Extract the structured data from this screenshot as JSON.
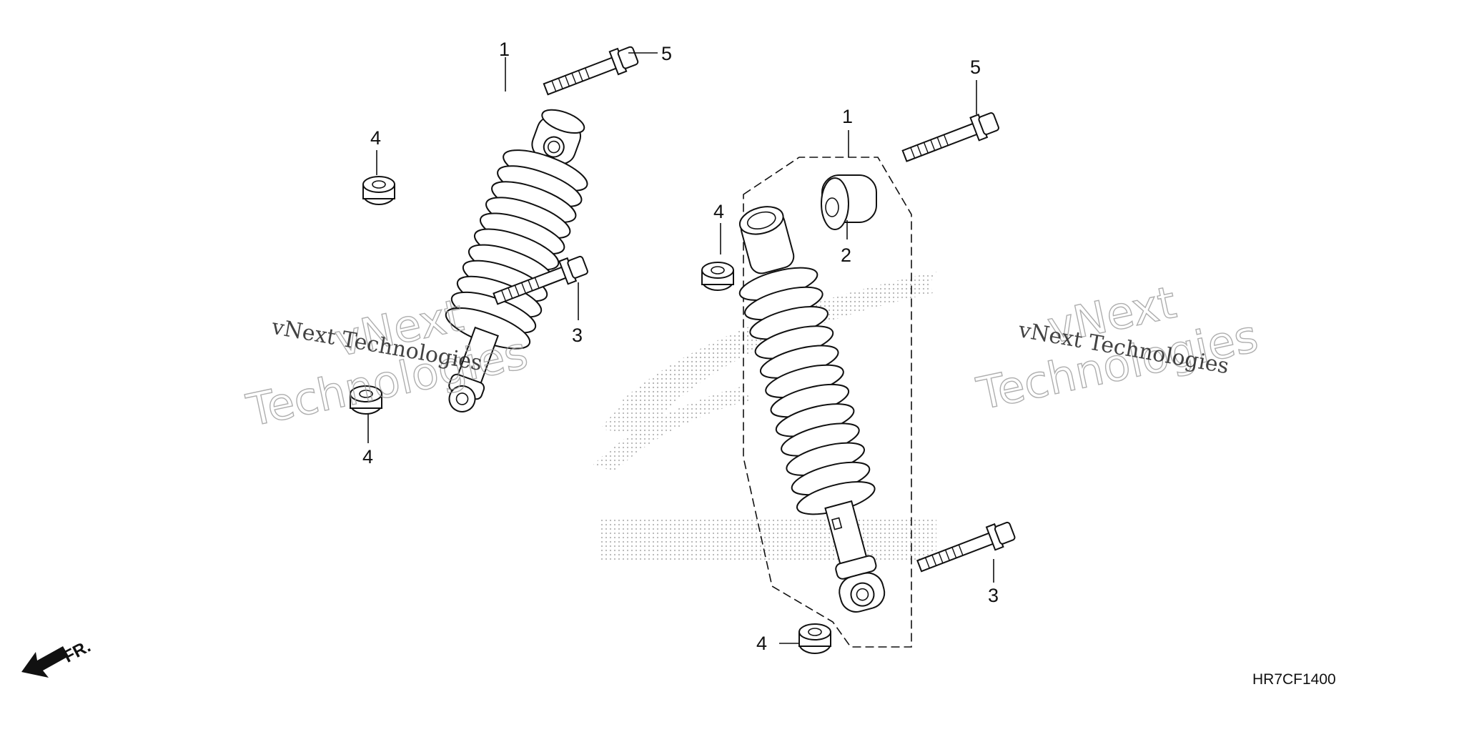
{
  "diagram_code": "HR7CF1400",
  "front_indicator": "FR.",
  "watermark": {
    "line_plain": "vNext Technologies",
    "big_line1": "vNext",
    "big_line2": "Technologies"
  },
  "callouts": {
    "left_damper": "1",
    "left_nut_upper": "4",
    "left_bolt_lower": "3",
    "left_nut_lower": "4",
    "left_bolt_upper": "5",
    "right_damper": "1",
    "right_bushing": "2",
    "right_nut_upper": "4",
    "right_bolt_upper": "5",
    "right_bolt_lower": "3",
    "right_nut_lower": "4"
  },
  "colors": {
    "line": "#111111",
    "watermark": "#9a9a9a",
    "logo_dots": "#b5b5b5"
  }
}
